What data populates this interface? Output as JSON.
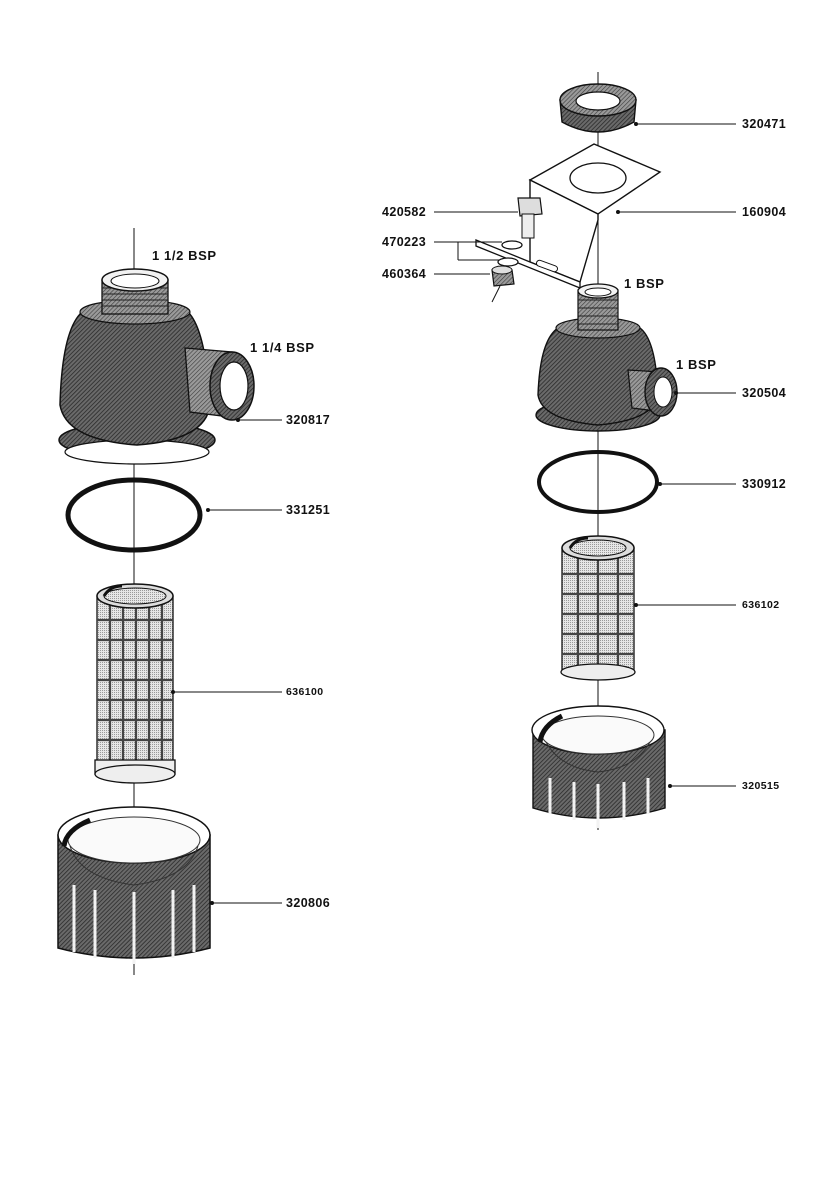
{
  "left_assembly": {
    "inlet_size": "1 1/2 BSP",
    "outlet_size": "1 1/4 BSP",
    "parts": {
      "body": "320817",
      "o_ring": "331251",
      "filter_cartridge": "636100",
      "bowl_nut": "320806"
    }
  },
  "right_assembly": {
    "inlet_size": "1 BSP",
    "outlet_size": "1 BSP",
    "parts": {
      "lock_nut": "320471",
      "bracket": "160904",
      "bolt": "420582",
      "washers": "470223",
      "nut": "460364",
      "body": "320504",
      "o_ring": "330912",
      "filter_cartridge": "636102",
      "bowl_nut": "320515"
    }
  },
  "colors": {
    "ink": "#111111",
    "shade": "#4a4a4a",
    "mesh": "#d9d9d9",
    "paper": "#ffffff"
  }
}
